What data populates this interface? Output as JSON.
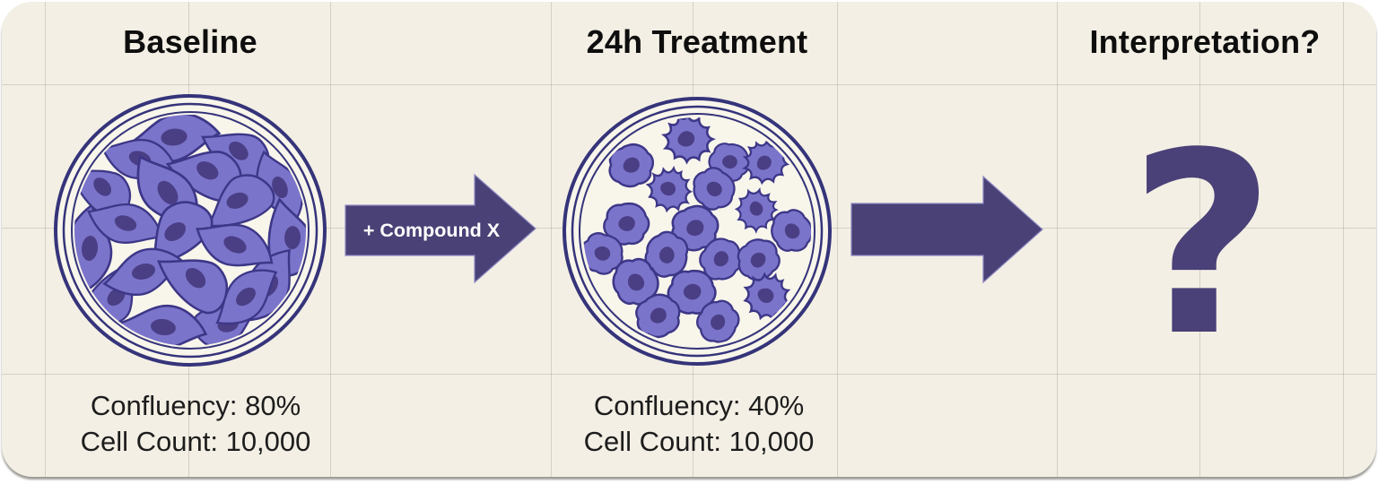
{
  "diagram": {
    "arrow_label": "+ Compound X",
    "panels": [
      {
        "id": "baseline",
        "title": "Baseline",
        "icon": "petri-dish-confluent-spindle-cells",
        "stats": {
          "confluency": "Confluency: 80%",
          "cell_count": "Cell Count: 10,000"
        },
        "confluency_percent": 80,
        "cell_count_value": 10000
      },
      {
        "id": "treatment",
        "title": "24h Treatment",
        "icon": "petri-dish-sparse-rounded-cells",
        "stats": {
          "confluency": "Confluency: 40%",
          "cell_count": "Cell Count: 10,000"
        },
        "confluency_percent": 40,
        "cell_count_value": 10000
      },
      {
        "id": "interpretation",
        "title": "Interpretation?",
        "symbol": "?"
      }
    ],
    "colors": {
      "card_background": "#f3efe4",
      "cell_fill": "#7b74cb",
      "cell_outline": "#3d3787",
      "nucleus": "#4a3f85",
      "dish_ring": "#35347a",
      "arrow": "#4a4176",
      "question_mark": "#4a4178",
      "title_text": "#0e0e0e",
      "stats_text": "#1d1d1d"
    }
  }
}
